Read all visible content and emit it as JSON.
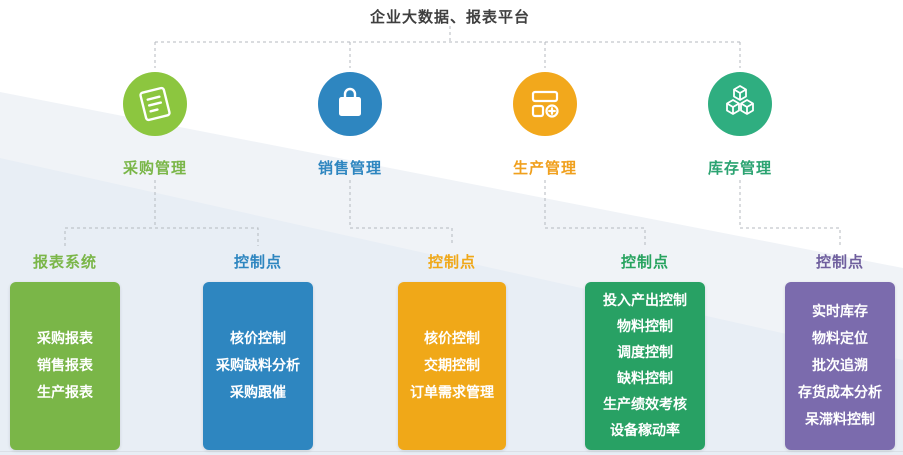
{
  "title": "企业大数据、报表平台",
  "modules": [
    {
      "id": "purchase",
      "label": "采购管理",
      "color": "#8cc63f",
      "icon": "notebook-icon"
    },
    {
      "id": "sales",
      "label": "销售管理",
      "color": "#2e86c0",
      "icon": "shopping-bag-icon"
    },
    {
      "id": "production",
      "label": "生产管理",
      "color": "#f2a81c",
      "icon": "calculator-icon"
    },
    {
      "id": "inventory",
      "label": "库存管理",
      "color": "#2fae80",
      "icon": "cubes-icon"
    }
  ],
  "groups": [
    {
      "header": "报表系统",
      "color": "#7ab648",
      "items": [
        "采购报表",
        "销售报表",
        "生产报表"
      ]
    },
    {
      "header": "控制点",
      "color": "#2e86c0",
      "items": [
        "核价控制",
        "采购缺料分析",
        "采购跟催"
      ]
    },
    {
      "header": "控制点",
      "color": "#f0a818",
      "items": [
        "核价控制",
        "交期控制",
        "订单需求管理"
      ]
    },
    {
      "header": "控制点",
      "color": "#28a164",
      "items": [
        "投入产出控制",
        "物料控制",
        "调度控制",
        "缺料控制",
        "生产绩效考核",
        "设备稼动率"
      ]
    },
    {
      "header": "控制点",
      "color": "#7b6bad",
      "items": [
        "实时库存",
        "物料定位",
        "批次追溯",
        "存货成本分析",
        "呆滞料控制"
      ]
    }
  ],
  "connector_color": "#b5b9bf",
  "background_band_colors": [
    "#f0f3f7",
    "#e8eef5"
  ]
}
